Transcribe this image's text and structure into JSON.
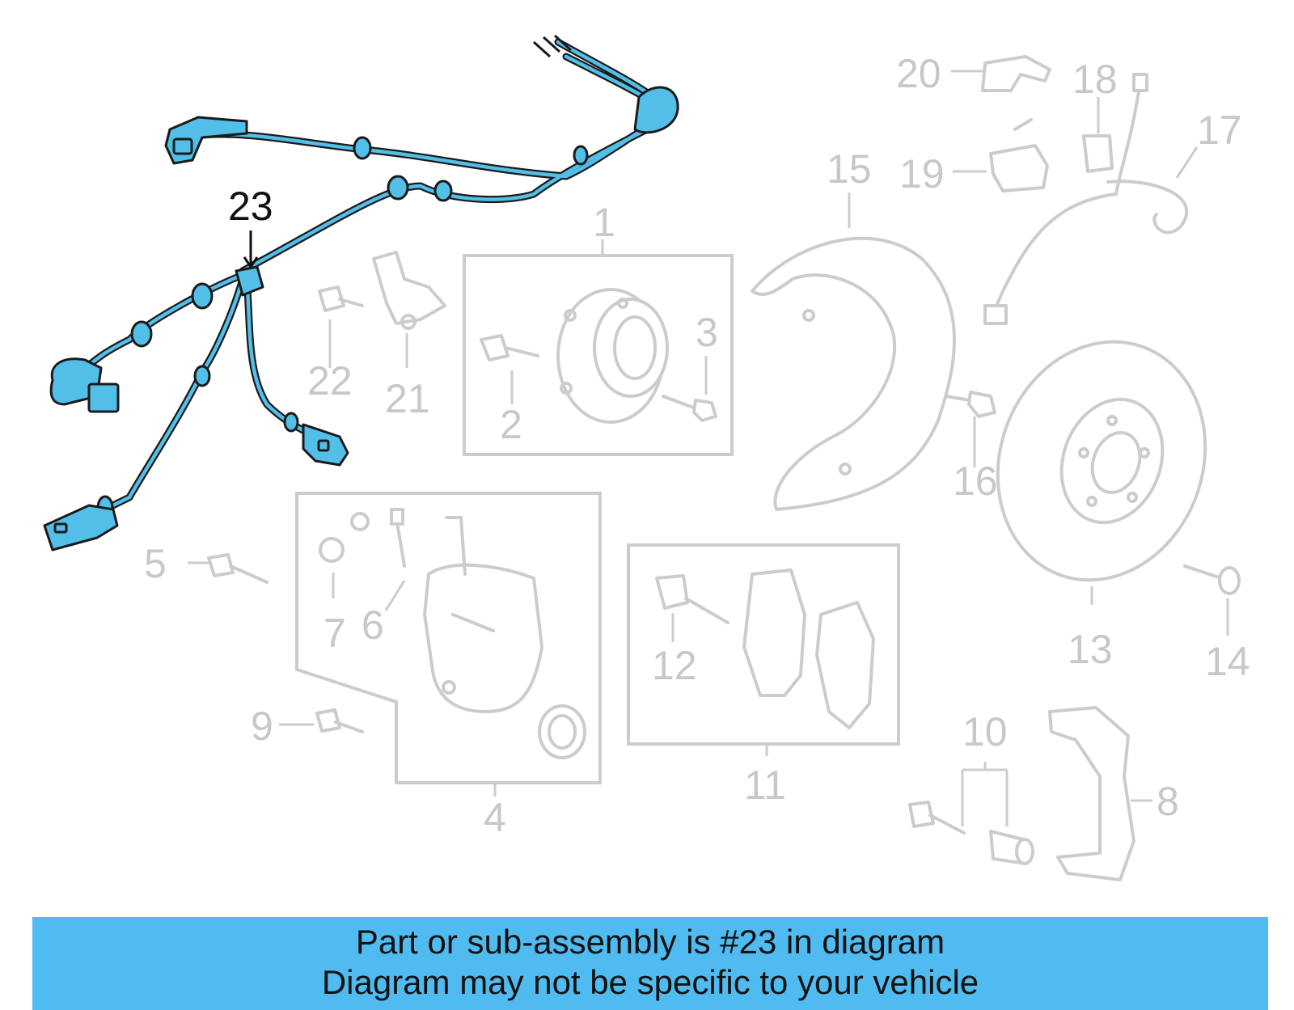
{
  "banner": {
    "line1": "Part or sub-assembly is #23 in diagram",
    "line2": "Diagram may not be specific to your vehicle",
    "color": "#4fbbf0"
  },
  "highlight_color": "#52bfe8",
  "highlighted_part": "23",
  "callouts": {
    "c1": "1",
    "c2": "2",
    "c3": "3",
    "c4": "4",
    "c5": "5",
    "c6": "6",
    "c7": "7",
    "c8": "8",
    "c9": "9",
    "c10": "10",
    "c11": "11",
    "c12": "12",
    "c13": "13",
    "c14": "14",
    "c15": "15",
    "c16": "16",
    "c17": "17",
    "c18": "18",
    "c19": "19",
    "c20": "20",
    "c21": "21",
    "c22": "22",
    "c23": "23"
  }
}
